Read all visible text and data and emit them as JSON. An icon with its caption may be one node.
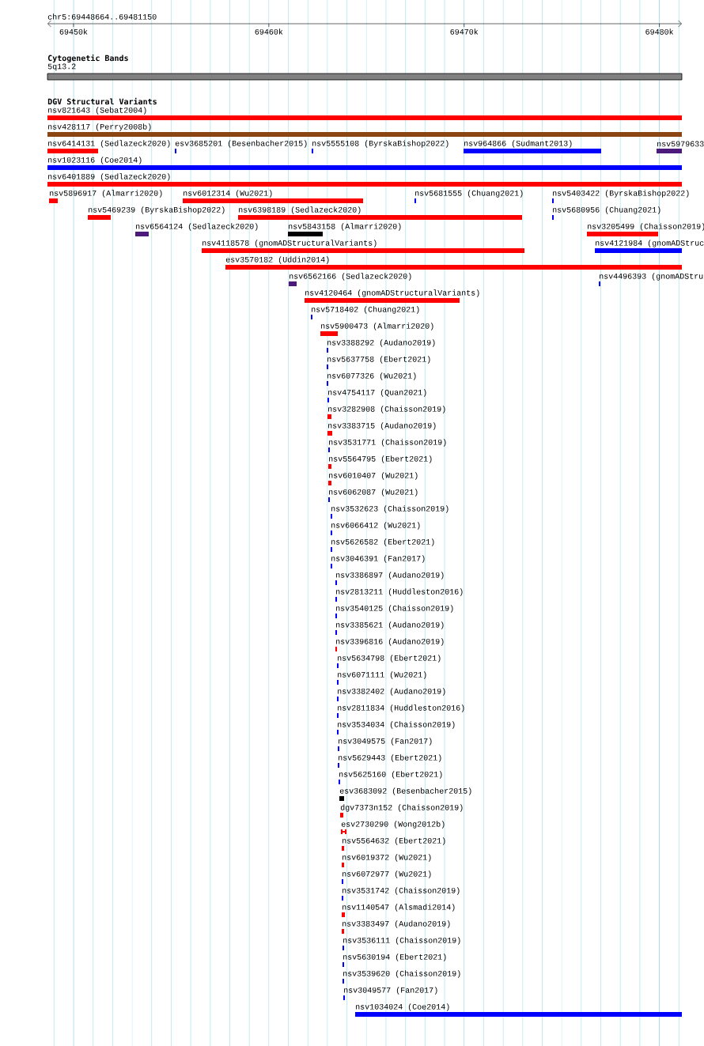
{
  "diagram": {
    "nodes": [
      {
        "text": [
          "5q13.2"
        ]
      },
      {
        "text": [
          "nsv821643 (Sebat2004)"
        ]
      },
      {
        "text": [
          "nsv428117 (Perry2008b)"
        ]
      },
      {
        "text": [
          "nsv6414131 (Sedlazeck2020)"
        ]
      },
      {
        "text": [
          "esv3685201 (Besenbacher2015)"
        ]
      },
      {
        "text": [
          "nsv5555108 (ByrskaBishop2022)"
        ]
      },
      {
        "text": [
          "nsv964866 (Sudmant2013)"
        ]
      },
      {
        "text": [
          "nsv5979633"
        ]
      },
      {
        "text": [
          "nsv1023116 (Coe2014)"
        ]
      },
      {
        "text": [
          "nsv6401889 (Sedlazeck2020)"
        ]
      },
      {
        "text": [
          "nsv5896917 (Almarri2020)"
        ]
      },
      {
        "text": [
          "nsv6012314 (Wu2021)"
        ]
      },
      {
        "text": [
          "nsv5681555 (Chuang2021)"
        ]
      },
      {
        "text": [
          "nsv5403422 (ByrskaBishop2022)"
        ]
      },
      {
        "text": [
          "nsv5469239 (ByrskaBishop2022)"
        ]
      },
      {
        "text": [
          "nsv6398189 (Sedlazeck2020)"
        ]
      },
      {
        "text": [
          "nsv5680956 (Chuang2021)"
        ]
      },
      {
        "text": [
          "nsv6564124 (Sedlazeck2020)"
        ]
      },
      {
        "text": [
          "nsv5843158 (Almarri2020)"
        ]
      },
      {
        "text": [
          "nsv3205499 (Chaisson2019)"
        ]
      },
      {
        "text": [
          "nsv4118578 (gnomADStructuralVariants)"
        ]
      },
      {
        "text": [
          "nsv4121984 (gnomADStruc"
        ]
      },
      {
        "text": [
          "esv3570182 (Uddin2014)"
        ]
      },
      {
        "text": [
          "nsv6562166 (Sedlazeck2020)"
        ]
      },
      {
        "text": [
          "nsv4496393 (gnomADStru"
        ]
      },
      {
        "text": [
          "nsv4120464 (gnomADStructuralVariants)"
        ]
      },
      {
        "text": [
          "nsv5718402 (Chuang2021)"
        ]
      },
      {
        "text": [
          "nsv5900473 (Almarri2020)"
        ]
      },
      {
        "text": [
          "nsv3388292 (Audano2019)"
        ]
      },
      {
        "text": [
          "nsv5637758 (Ebert2021)"
        ]
      },
      {
        "text": [
          "nsv6077326 (Wu2021)"
        ]
      },
      {
        "text": [
          "nsv4754117 (Quan2021)"
        ]
      },
      {
        "text": [
          "nsv3282908 (Chaisson2019)"
        ]
      },
      {
        "text": [
          "nsv3383715 (Audano2019)"
        ]
      },
      {
        "text": [
          "nsv3531771 (Chaisson2019)"
        ]
      },
      {
        "text": [
          "nsv5564795 (Ebert2021)"
        ]
      },
      {
        "text": [
          "nsv6010407 (Wu2021)"
        ]
      },
      {
        "text": [
          "nsv6062087 (Wu2021)"
        ]
      },
      {
        "text": [
          "nsv3532623 (Chaisson2019)"
        ]
      },
      {
        "text": [
          "nsv6066412 (Wu2021)"
        ]
      },
      {
        "text": [
          "nsv5626582 (Ebert2021)"
        ]
      },
      {
        "text": [
          "nsv3046391 (Fan2017)"
        ]
      },
      {
        "text": [
          "nsv3386897 (Audano2019)"
        ]
      },
      {
        "text": [
          "nsv2813211 (Huddleston2016)"
        ]
      },
      {
        "text": [
          "nsv3540125 (Chaisson2019)"
        ]
      },
      {
        "text": [
          "nsv3385621 (Audano2019)"
        ]
      },
      {
        "text": [
          "nsv3396816 (Audano2019)"
        ]
      },
      {
        "text": [
          "nsv5634798 (Ebert2021)"
        ]
      },
      {
        "text": [
          "nsv6071111 (Wu2021)"
        ]
      },
      {
        "text": [
          "nsv3382402 (Audano2019)"
        ]
      },
      {
        "text": [
          "nsv2811834 (Huddleston2016)"
        ]
      },
      {
        "text": [
          "nsv3534034 (Chaisson2019)"
        ]
      },
      {
        "text": [
          "nsv3049575 (Fan2017)"
        ]
      },
      {
        "text": [
          "nsv5629443 (Ebert2021)"
        ]
      },
      {
        "text": [
          "nsv5625160 (Ebert2021)"
        ]
      },
      {
        "text": [
          "esv3683092 (Besenbacher2015)"
        ]
      },
      {
        "text": [
          "dgv7373n152 (Chaisson2019)"
        ]
      },
      {
        "text": [
          "esv2730290 (Wong2012b)"
        ]
      },
      {
        "text": [
          "nsv5564632 (Ebert2021)"
        ]
      },
      {
        "text": [
          "nsv6019372 (Wu2021)"
        ]
      },
      {
        "text": [
          "nsv6072977 (Wu2021)"
        ]
      },
      {
        "text": [
          "nsv3531742 (Chaisson2019)"
        ]
      },
      {
        "text": [
          "nsv1140547 (Alsmadi2014)"
        ]
      },
      {
        "text": [
          "nsv3383497 (Audano2019)"
        ]
      },
      {
        "text": [
          "nsv3536111 (Chaisson2019)"
        ]
      },
      {
        "text": [
          "nsv5630194 (Ebert2021)"
        ]
      },
      {
        "text": [
          "nsv3539620 (Chaisson2019)"
        ]
      },
      {
        "text": [
          "nsv3049577 (Fan2017)"
        ]
      },
      {
        "text": [
          "nsv1034024 (Coe2014)"
        ]
      }
    ],
    "labels": [
      "chr5:69448664..69481150",
      "69450k",
      "69460k",
      "69470k",
      "69480k",
      "Cytogenetic Bands",
      "DGV Structural Variants"
    ]
  }
}
